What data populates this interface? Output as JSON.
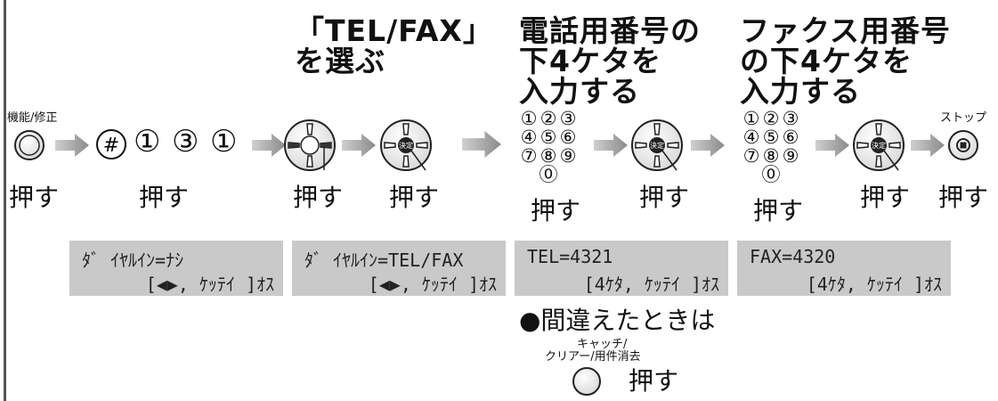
{
  "headings": {
    "step1": "「TEL/FAX」\nを選ぶ",
    "step2": "電話用番号の\n下4ケタを\n入力する",
    "step3": "ファクス用番号\nの下4ケタを\n入力する"
  },
  "buttons": {
    "func_label": "機能/修正",
    "code_keys": [
      "#",
      "①",
      "③",
      "①"
    ],
    "confirm_mark": "決定",
    "stop_label": "ストップ",
    "catch_label_line1": "キャッチ/",
    "catch_label_line2": "クリアー/用件消去"
  },
  "keypad": [
    "①",
    "②",
    "③",
    "④",
    "⑤",
    "⑥",
    "⑦",
    "⑧",
    "⑨",
    "⓪"
  ],
  "press_label": "押す",
  "displays": [
    {
      "line1": "ﾀﾞ ｲﾔﾙｲﾝ=ﾅｼ",
      "line2": "[◀▶, ｹｯﾃｲ ]ｵｽ"
    },
    {
      "line1": "ﾀﾞ ｲﾔﾙｲﾝ=TEL/FAX",
      "line2": "[◀▶, ｹｯﾃｲ ]ｵｽ"
    },
    {
      "line1": "TEL=4321",
      "line2": "[4ｹﾀ, ｹｯﾃｲ ]ｵｽ"
    },
    {
      "line1": "FAX=4320",
      "line2": "[4ｹﾀ, ｹｯﾃｲ ]ｵｽ"
    }
  ],
  "correction": {
    "title": "●間違えたときは",
    "press": "押す"
  }
}
